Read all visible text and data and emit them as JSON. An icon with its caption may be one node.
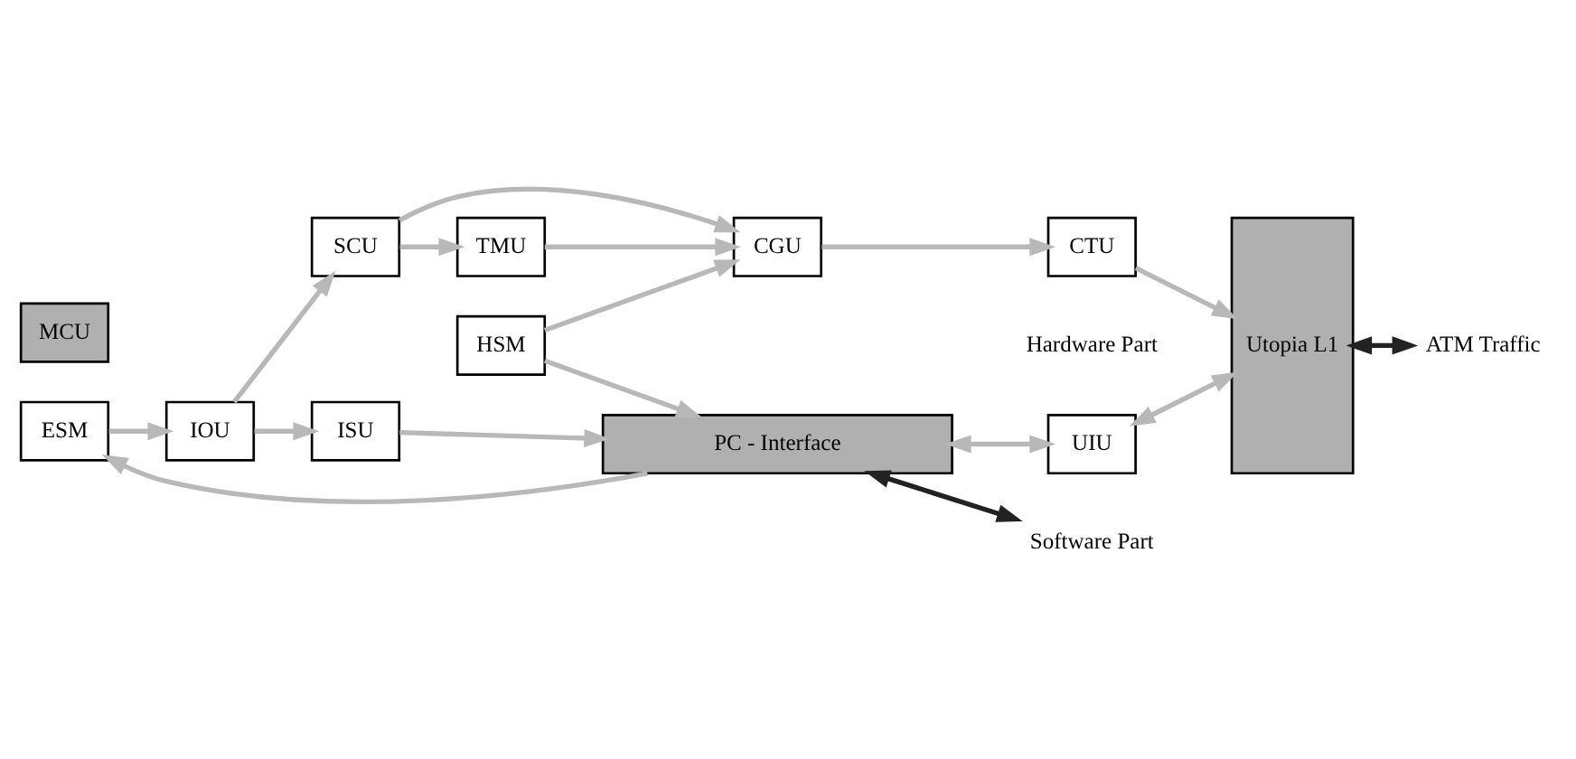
{
  "diagram": {
    "nodes": [
      {
        "text": [
          "ESM"
        ]
      },
      {
        "text": [
          "IOU"
        ]
      },
      {
        "text": [
          "SCU"
        ]
      },
      {
        "text": [
          "TMU"
        ]
      },
      {
        "text": [
          "Utopia L1"
        ]
      },
      {
        "text": [
          "MCU"
        ]
      },
      {
        "text": [
          "HSM"
        ]
      },
      {
        "text": [
          "CGU"
        ]
      },
      {
        "text": [
          "ISU"
        ]
      },
      {
        "text": [
          "CTU"
        ]
      },
      {
        "text": [
          "UIU"
        ]
      },
      {
        "text": [
          "PC - Interface"
        ]
      },
      {
        "text": [
          "ATM Traffic"
        ]
      },
      {
        "text": [
          "Software Part"
        ]
      }
    ],
    "edges": [
      {
        "from": 0,
        "to": 1,
        "arrow": "to"
      },
      {
        "from": 1,
        "to": 2,
        "arrow": "to"
      },
      {
        "from": 2,
        "to": 3,
        "arrow": "to"
      },
      {
        "from": 1,
        "to": 8,
        "arrow": "to"
      },
      {
        "from": 3,
        "to": 7,
        "arrow": "to"
      },
      {
        "from": 2,
        "to": 7,
        "arrow": "to"
      },
      {
        "from": 6,
        "to": 7,
        "arrow": "to"
      },
      {
        "from": 7,
        "to": 9,
        "arrow": "to"
      },
      {
        "from": 9,
        "to": 4,
        "arrow": "to"
      },
      {
        "from": 8,
        "to": 11,
        "arrow": "to"
      },
      {
        "from": 11,
        "to": 0,
        "arrow": "to"
      },
      {
        "from": 6,
        "to": 11,
        "arrow": "to"
      },
      {
        "from": 11,
        "to": 10,
        "arrow": "both"
      },
      {
        "from": 10,
        "to": 4,
        "arrow": "both"
      },
      {
        "from": 4,
        "to": 12,
        "arrow": "both",
        "color": "#222222"
      },
      {
        "from": 11,
        "to": 13,
        "arrow": "both",
        "color": "#222222"
      }
    ],
    "labels": [
      "Hardware Part"
    ]
  }
}
